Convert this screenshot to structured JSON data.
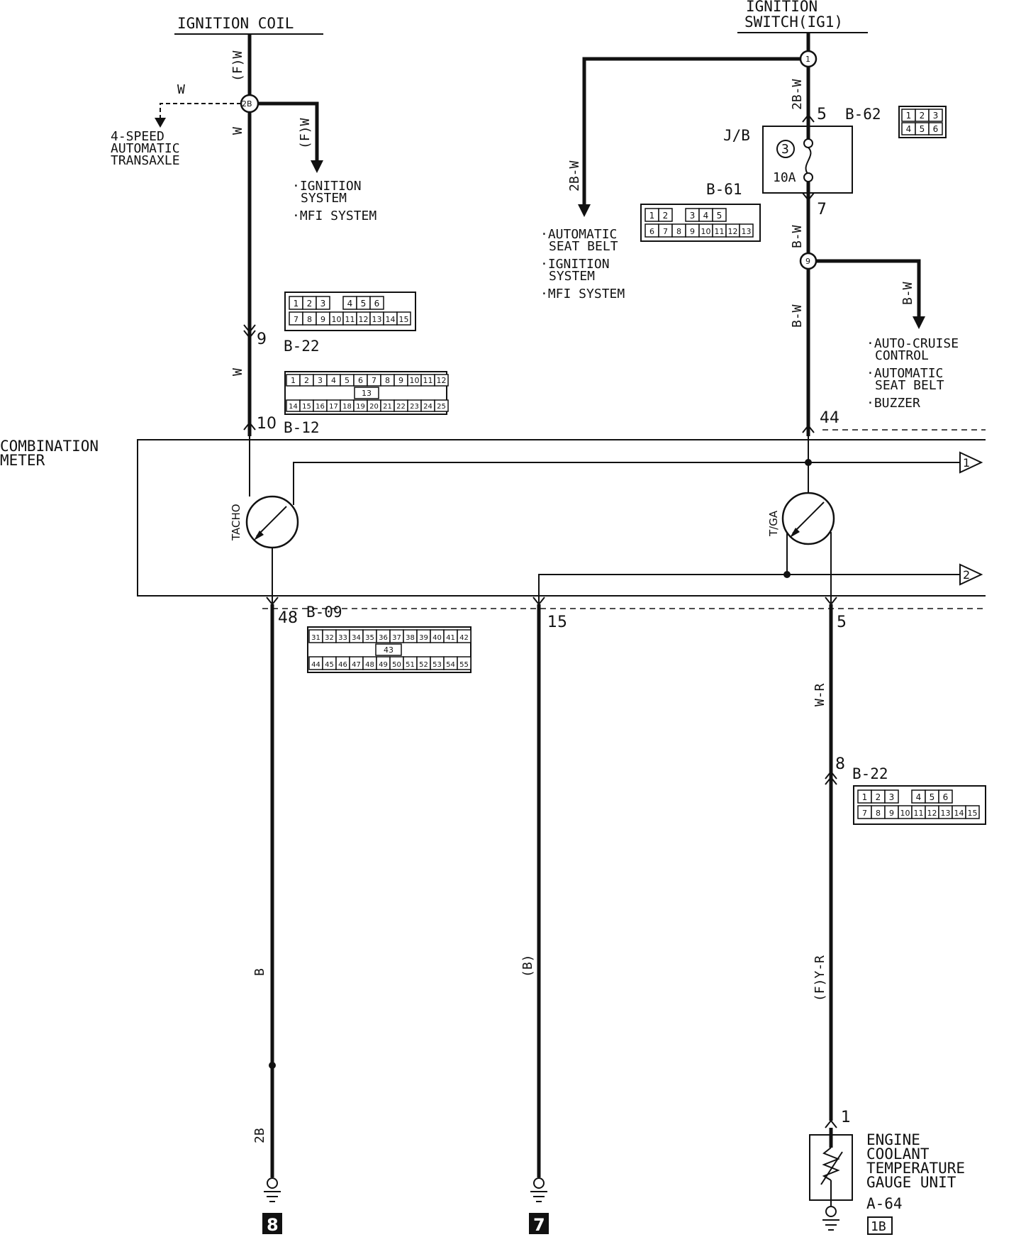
{
  "components": {
    "ignition_coil": "IGNITION COIL",
    "ignition_switch_1": "IGNITION",
    "ignition_switch_2": "SWITCH(IG1)",
    "combination_meter_1": "COMBINATION",
    "combination_meter_2": "METER",
    "tacho": "TACHO",
    "tga": "T/GA",
    "jb": "J/B",
    "fuse_no": "3",
    "fuse_rating": "10A",
    "sensor_1": "ENGINE",
    "sensor_2": "COOLANT",
    "sensor_3": "TEMPERATURE",
    "sensor_4": "GAUGE UNIT",
    "sensor_5": "A-64",
    "sensor_badge": "1B"
  },
  "destinations": {
    "transaxle_1": "4-SPEED",
    "transaxle_2": "AUTOMATIC",
    "transaxle_3": "TRANSAXLE",
    "coil_dest_1": "·IGNITION",
    "coil_dest_2": "SYSTEM",
    "coil_dest_3": "·MFI SYSTEM",
    "sw_dest_1": "·AUTOMATIC",
    "sw_dest_2": "SEAT BELT",
    "sw_dest_3": "·IGNITION",
    "sw_dest_4": "SYSTEM",
    "sw_dest_5": "·MFI SYSTEM",
    "bw_dest_1": "·AUTO-CRUISE",
    "bw_dest_2": "CONTROL",
    "bw_dest_3": "·AUTOMATIC",
    "bw_dest_4": "SEAT BELT",
    "bw_dest_5": "·BUZZER"
  },
  "wires": {
    "fw_top": "(F)W",
    "w_branch": "W",
    "w_left": "W",
    "fw_branch": "(F)W",
    "w_mid": "W",
    "b_wire": "B",
    "b2_wire": "2B",
    "b_paren": "(B)",
    "wr_wire": "W-R",
    "fyr_wire": "(F)Y-R",
    "bw2_top": "2B-W",
    "bw2_left": "2B-W",
    "bw_a": "B-W",
    "bw_b": "B-W",
    "bw_c": "B-W"
  },
  "connectors": {
    "b62": "B-62",
    "b61": "B-61",
    "b22_top": "B-22",
    "b12": "B-12",
    "b09": "B-09",
    "b22_bottom": "B-22"
  },
  "pins": {
    "sw_pin": "1",
    "jb_in": "5",
    "jb_out": "7",
    "splice_bw": "9",
    "splice_coil": "2B",
    "b22_pin": "9",
    "b12_pin": "10",
    "meter_44": "44",
    "meter_48": "48",
    "meter_15": "15",
    "meter_5": "5",
    "b22_b_pin": "8",
    "sensor_pin": "1",
    "out_1": "1",
    "out_2": "2"
  },
  "grounds": {
    "g8": "8",
    "g7": "7"
  },
  "connector_cells": {
    "b62": [
      "1",
      "2",
      "3",
      "4",
      "5",
      "6"
    ],
    "b61_top": [
      "1",
      "2",
      "",
      "3",
      "4",
      "5"
    ],
    "b61_bot": [
      "6",
      "7",
      "8",
      "9",
      "10",
      "11",
      "12",
      "13"
    ],
    "b22_top": [
      "1",
      "2",
      "3",
      "",
      "4",
      "5",
      "6"
    ],
    "b22_bot": [
      "7",
      "8",
      "9",
      "10",
      "11",
      "12",
      "13",
      "14",
      "15"
    ],
    "b12_top": [
      "1",
      "2",
      "3",
      "4",
      "5",
      "6",
      "7",
      "8",
      "9",
      "10",
      "11",
      "12"
    ],
    "b12_mid": "13",
    "b12_bot": [
      "14",
      "15",
      "16",
      "17",
      "18",
      "19",
      "20",
      "21",
      "22",
      "23",
      "24",
      "25"
    ],
    "b09_top": [
      "31",
      "32",
      "33",
      "34",
      "35",
      "36",
      "37",
      "38",
      "39",
      "40",
      "41",
      "42"
    ],
    "b09_mid": "43",
    "b09_bot": [
      "44",
      "45",
      "46",
      "47",
      "48",
      "49",
      "50",
      "51",
      "52",
      "53",
      "54",
      "55"
    ]
  }
}
